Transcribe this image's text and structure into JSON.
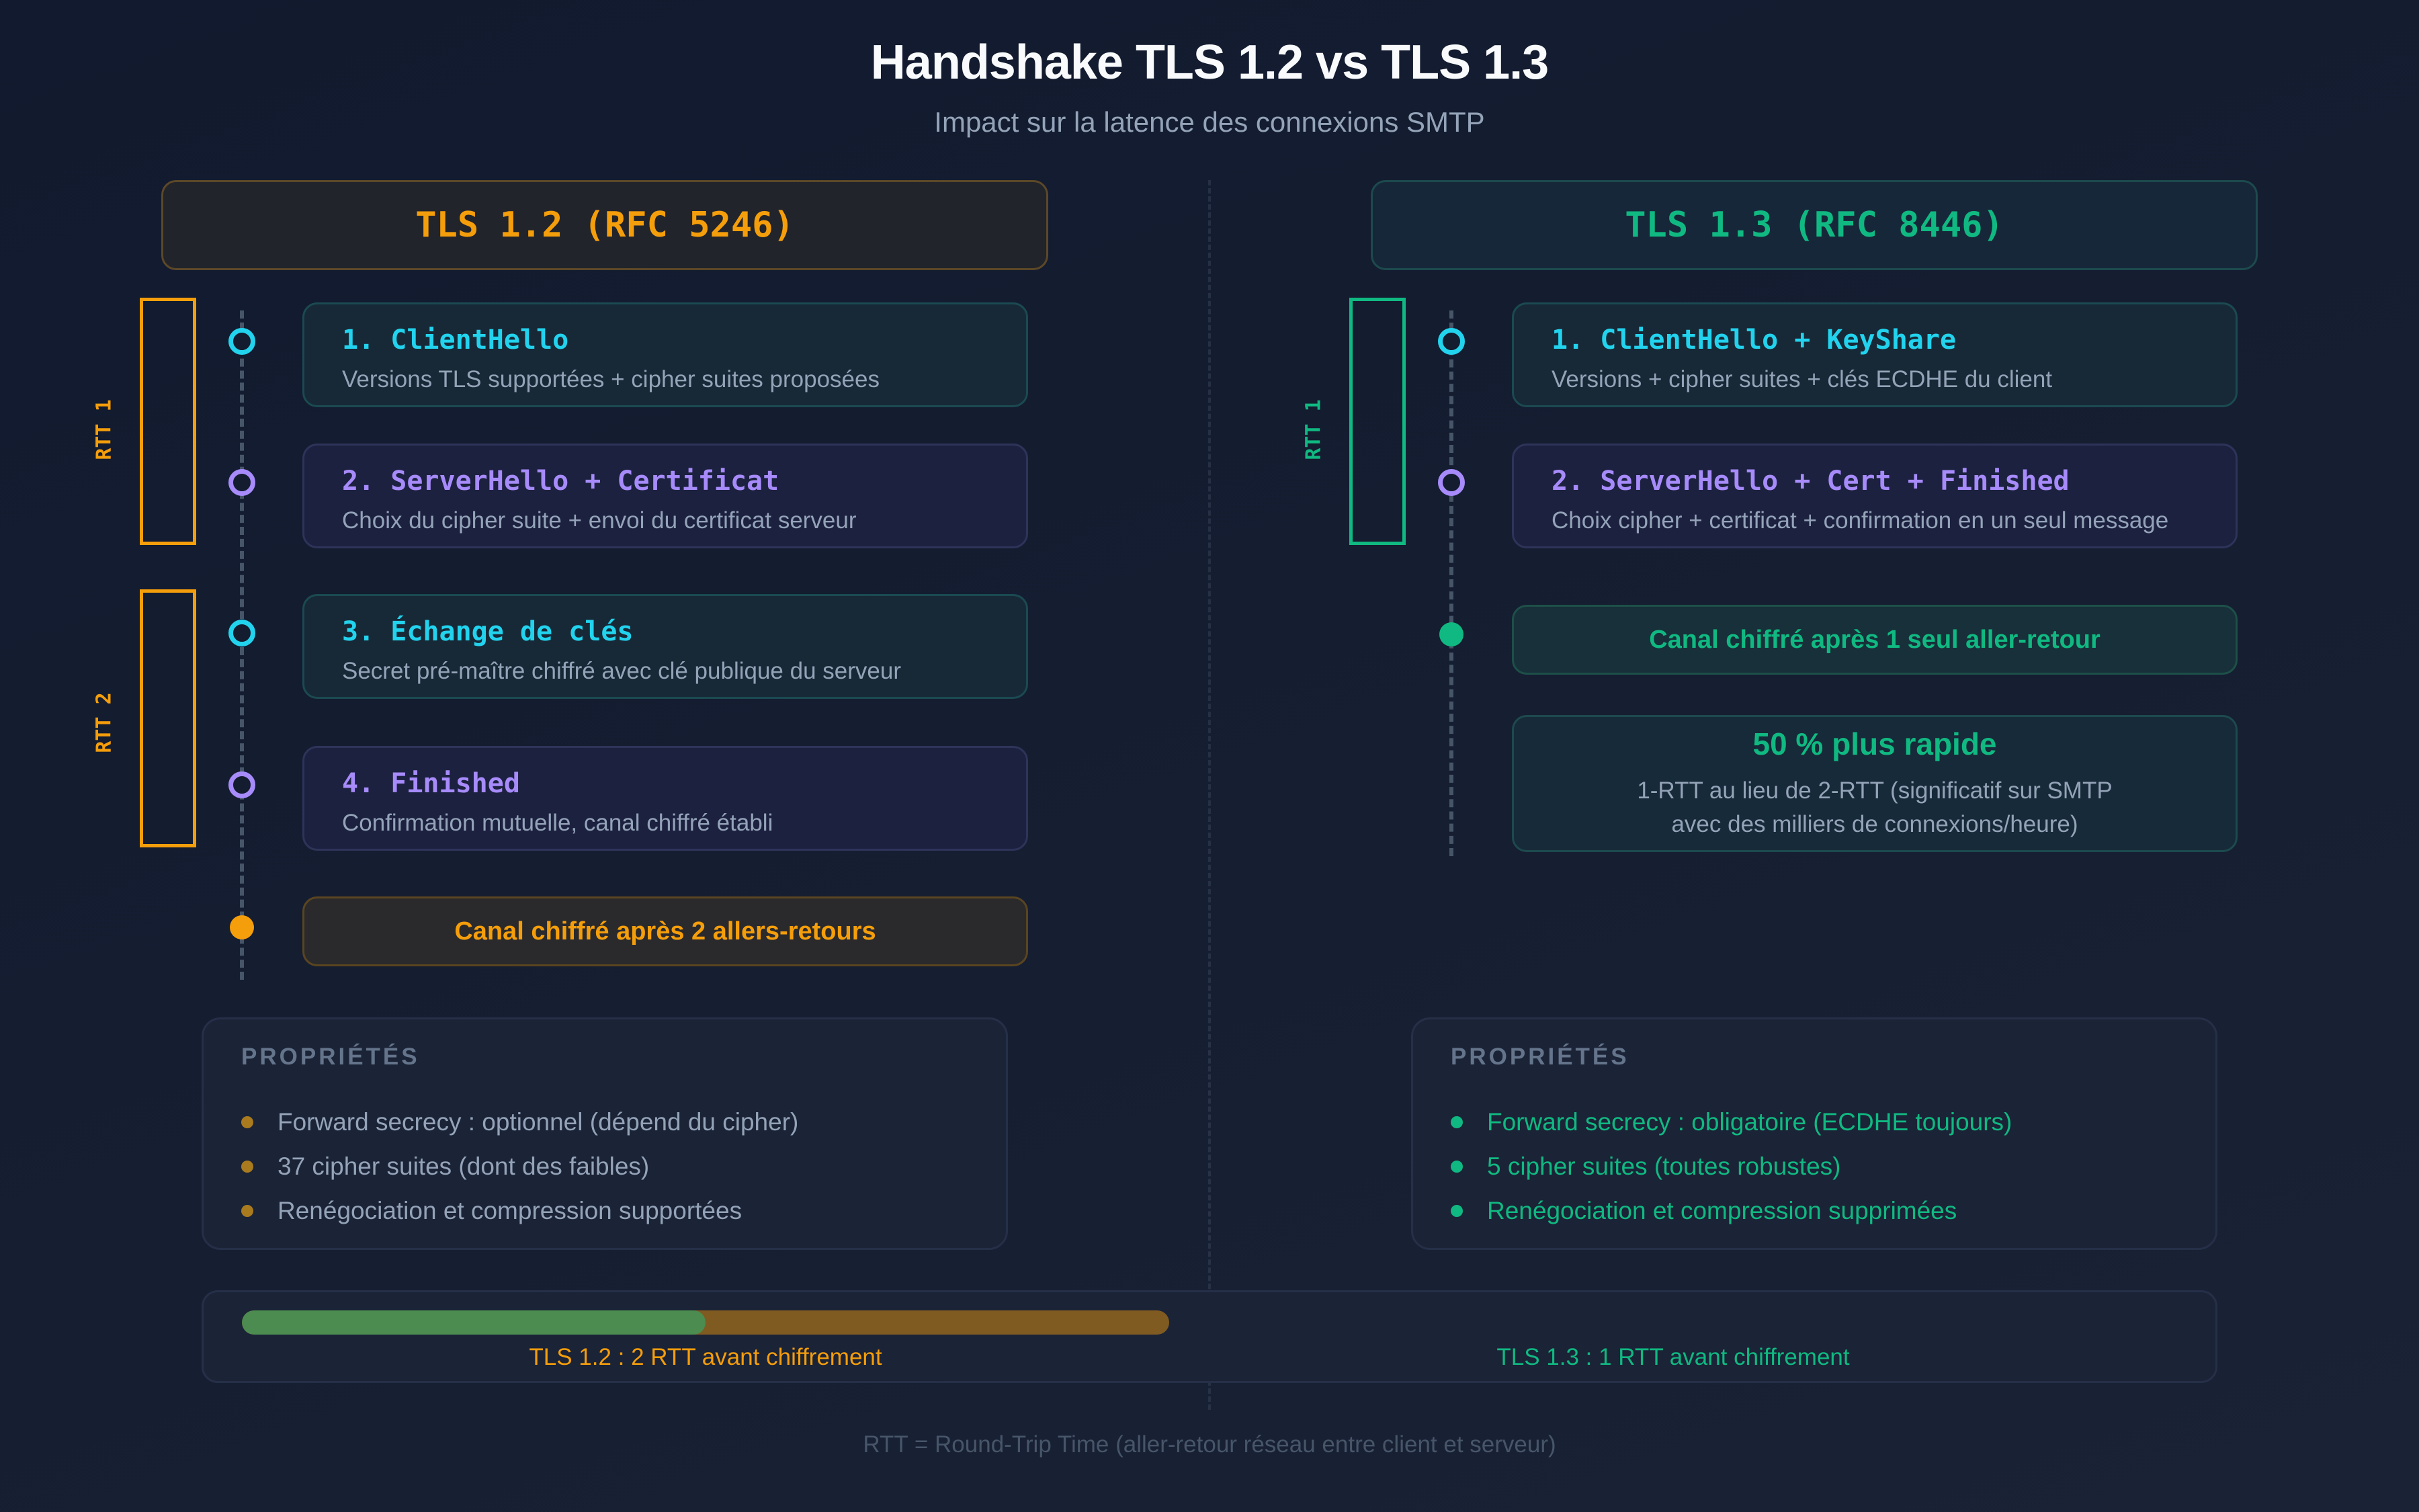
{
  "header": {
    "title": "Handshake TLS 1.2 vs TLS 1.3",
    "subtitle": "Impact sur la latence des connexions SMTP"
  },
  "colors": {
    "tls12_accent": "#f59e0b",
    "tls13_accent": "#10b981",
    "client_step": "#22d3ee",
    "server_step": "#a78bfa",
    "muted_text": "#94a3b8",
    "background": "#131b2e"
  },
  "tls12": {
    "header": "TLS 1.2 (RFC 5246)",
    "rtt_labels": [
      "RTT 1",
      "RTT 2"
    ],
    "steps": [
      {
        "title": "1. ClientHello",
        "desc": "Versions TLS supportées + cipher suites proposées",
        "side": "client"
      },
      {
        "title": "2. ServerHello + Certificat",
        "desc": "Choix du cipher suite + envoi du certificat serveur",
        "side": "server"
      },
      {
        "title": "3. Échange de clés",
        "desc": "Secret pré-maître chiffré avec clé publique du serveur",
        "side": "client"
      },
      {
        "title": "4. Finished",
        "desc": "Confirmation mutuelle, canal chiffré établi",
        "side": "server"
      }
    ],
    "result": "Canal chiffré après 2 allers-retours",
    "properties": {
      "heading": "PROPRIÉTÉS",
      "items": [
        "Forward secrecy : optionnel (dépend du cipher)",
        "37 cipher suites (dont des faibles)",
        "Renégociation et compression supportées"
      ]
    }
  },
  "tls13": {
    "header": "TLS 1.3 (RFC 8446)",
    "rtt_labels": [
      "RTT 1"
    ],
    "steps": [
      {
        "title": "1. ClientHello + KeyShare",
        "desc": "Versions + cipher suites + clés ECDHE du client",
        "side": "client"
      },
      {
        "title": "2. ServerHello + Cert + Finished",
        "desc": "Choix cipher + certificat + confirmation en un seul message",
        "side": "server"
      }
    ],
    "result": "Canal chiffré après 1 seul aller-retour",
    "performance": {
      "title": "50 % plus rapide",
      "desc_line1": "1-RTT au lieu de 2-RTT (significatif sur SMTP",
      "desc_line2": "avec des milliers de connexions/heure)"
    },
    "properties": {
      "heading": "PROPRIÉTÉS",
      "items": [
        "Forward secrecy : obligatoire (ECDHE toujours)",
        "5 cipher suites (toutes robustes)",
        "Renégociation et compression supprimées"
      ]
    }
  },
  "comparison_bar": {
    "tls12_label": "TLS 1.2 : 2 RTT avant chiffrement",
    "tls13_label": "TLS 1.3 : 1 RTT avant chiffrement",
    "tls12_rtt": 2,
    "tls13_rtt": 1,
    "fill_percent": 50
  },
  "footnote": "RTT = Round-Trip Time (aller-retour réseau entre client et serveur)"
}
